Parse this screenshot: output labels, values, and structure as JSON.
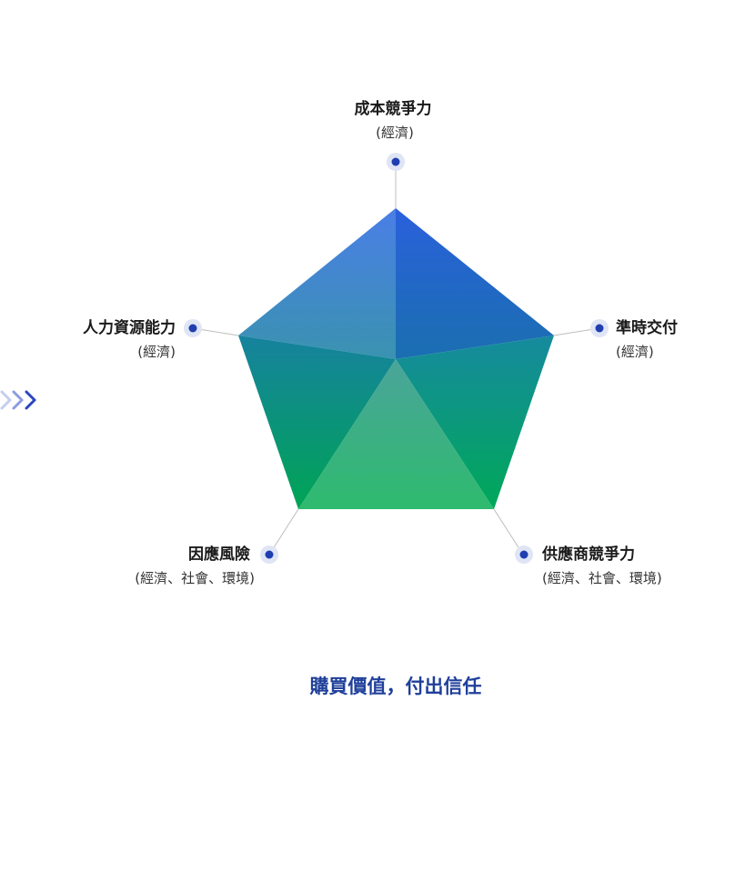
{
  "colors": {
    "accent": "#1f3f9a",
    "dot": "#1f3fb0",
    "dot_halo": "#dfe5f5"
  },
  "axes": [
    {
      "label": "成本競爭力",
      "sub": "(經濟)"
    },
    {
      "label": "準時交付",
      "sub": "(經濟)"
    },
    {
      "label": "供應商競爭力",
      "sub": "(經濟、社會、環境)"
    },
    {
      "label": "因應風險",
      "sub": "(經濟、社會、環境)"
    },
    {
      "label": "人力資源能力",
      "sub": "(經濟)"
    }
  ],
  "side_icon": "chevrons-right-icon",
  "tagline": "購買價值，付出信任"
}
